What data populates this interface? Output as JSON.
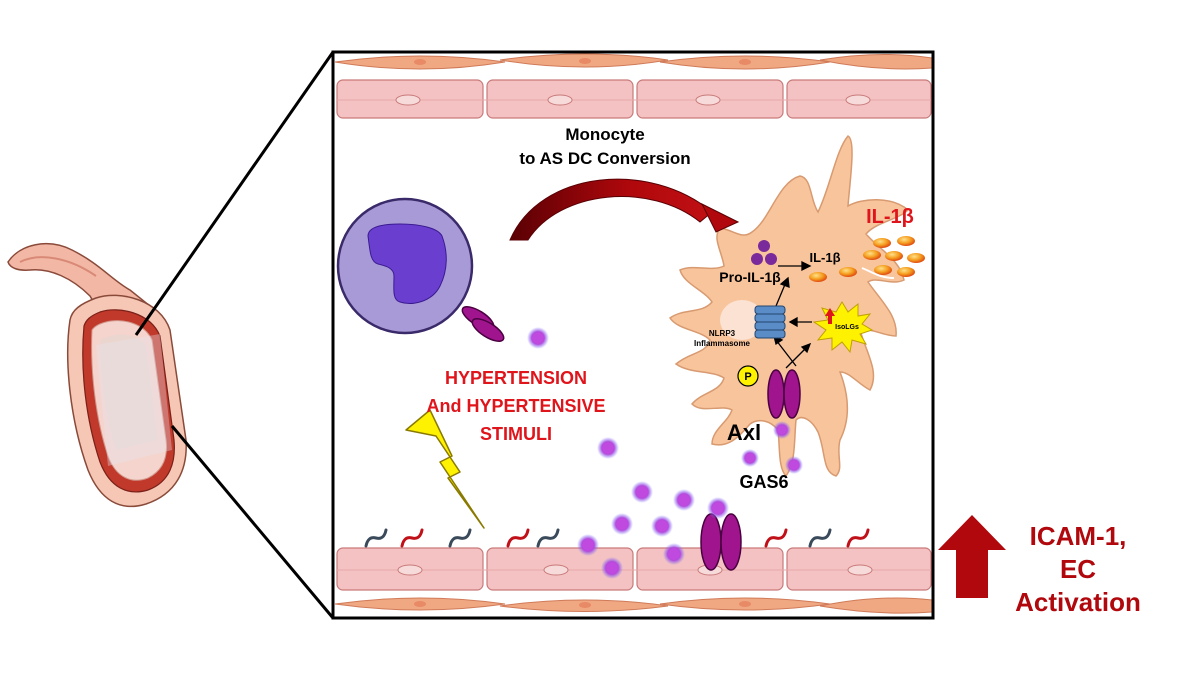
{
  "labels": {
    "conversion": [
      "Monocyte",
      "to AS DC Conversion"
    ],
    "il1b_secreted": "IL-1β",
    "il1b_inner": "IL-1β",
    "pro_il1b": "Pro-IL-1β",
    "nlrp3": [
      "NLRP3",
      "Inflammasome"
    ],
    "isolgs": "IsoLGs",
    "phospho": "P",
    "axl": "Axl",
    "gas6": "GAS6",
    "hypertension": [
      "HYPERTENSION",
      "And HYPERTENSIVE",
      "STIMULI"
    ],
    "icam": [
      "ICAM-1,",
      "EC",
      "Activation"
    ]
  },
  "colors": {
    "red_text": "#e0141b",
    "dark_red": "#b0080c",
    "dc_body": "#f8c49c",
    "monocyte": "#a89ad6",
    "nucleus": "#6a3fd0",
    "receptor": "#a0158e",
    "gas6_dot": "#c04ae0",
    "endothelium": "#f4c2c2",
    "smooth_muscle": "#f0a882"
  },
  "icons": {
    "vessel": "blood-vessel-icon",
    "lightning": "lightning-bolt-icon",
    "arrow": "up-arrow-icon"
  }
}
